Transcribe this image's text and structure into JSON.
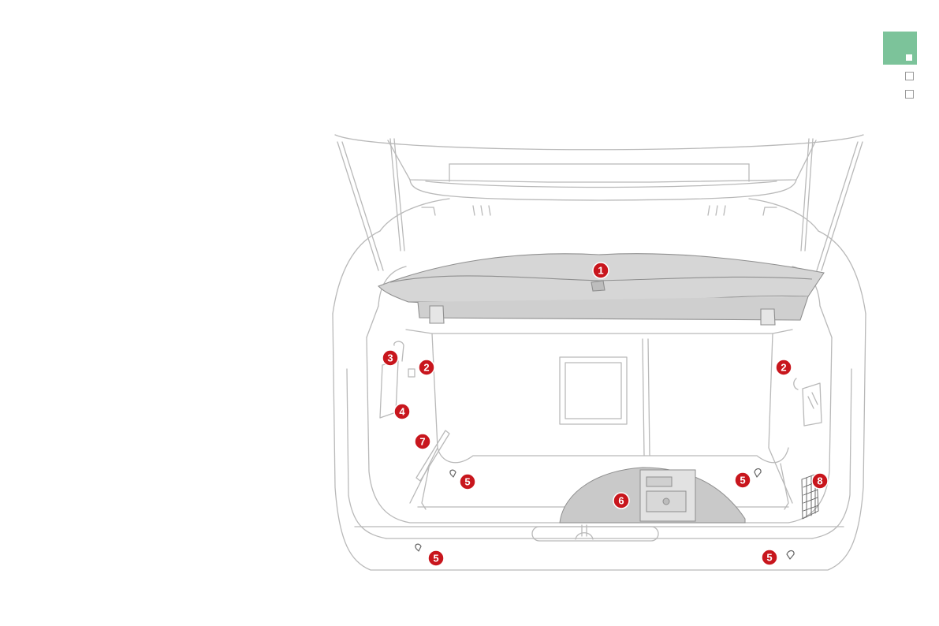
{
  "colors": {
    "accent_green": "#7cc39a",
    "callout_red": "#c8161d",
    "line_gray": "#b9b9b9",
    "parcel_shelf_fill": "#d6d6d6",
    "spare_wheel_fill": "#c9c9c9"
  },
  "nav": {
    "active_tab_icon": "square-dot-icon",
    "page_boxes": [
      "empty-square-icon",
      "empty-square-icon"
    ]
  },
  "callouts": [
    {
      "label": "1"
    },
    {
      "label": "2"
    },
    {
      "label": "2"
    },
    {
      "label": "3"
    },
    {
      "label": "4"
    },
    {
      "label": "5"
    },
    {
      "label": "5"
    },
    {
      "label": "5"
    },
    {
      "label": "5"
    },
    {
      "label": "6"
    },
    {
      "label": "7"
    },
    {
      "label": "8"
    }
  ]
}
